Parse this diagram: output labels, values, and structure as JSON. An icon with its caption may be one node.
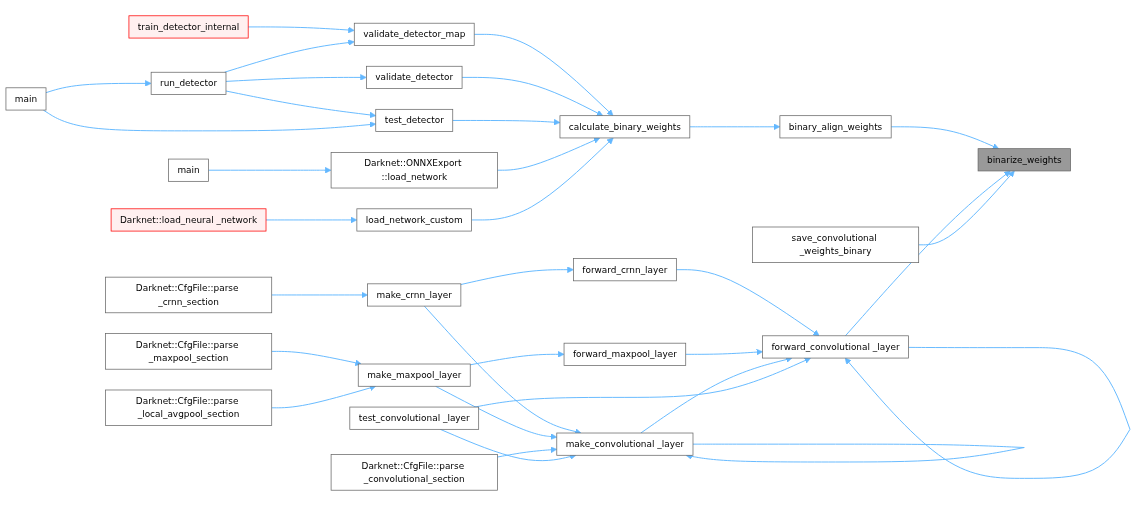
{
  "diagram": {
    "nodes": [
      {
        "text": [
          "main"
        ]
      },
      {
        "text": [
          "train_detector_internal"
        ]
      },
      {
        "text": [
          "run_detector"
        ]
      },
      {
        "text": [
          "main"
        ]
      },
      {
        "text": [
          "Darknet::load_neural _network"
        ]
      },
      {
        "text": [
          "Darknet::CfgFile::parse _crnn_section"
        ]
      },
      {
        "text": [
          "Darknet::CfgFile::parse _maxpool_section"
        ]
      },
      {
        "text": [
          "Darknet::CfgFile::parse _local_avgpool_section"
        ]
      },
      {
        "text": [
          "validate_detector_map"
        ]
      },
      {
        "text": [
          "validate_detector"
        ]
      },
      {
        "text": [
          "test_detector"
        ]
      },
      {
        "text": [
          "Darknet::ONNXExport ::load_network"
        ]
      },
      {
        "text": [
          "load_network_custom"
        ]
      },
      {
        "text": [
          "make_crnn_layer"
        ]
      },
      {
        "text": [
          "make_maxpool_layer"
        ]
      },
      {
        "text": [
          "Darknet::CfgFile::parse _convolutional_section"
        ]
      },
      {
        "text": [
          "test_convolutional _layer"
        ]
      },
      {
        "text": [
          "calculate_binary_weights"
        ]
      },
      {
        "text": [
          "forward_crnn_layer"
        ]
      },
      {
        "text": [
          "forward_maxpool_layer"
        ]
      },
      {
        "text": [
          "make_convolutional _layer"
        ]
      },
      {
        "text": [
          "binary_align_weights"
        ]
      },
      {
        "text": [
          "forward_convolutional _layer"
        ]
      },
      {
        "text": [
          "save_convolutional _weights_binary"
        ]
      },
      {
        "text": [
          "binarize_weights"
        ]
      }
    ],
    "edges": [
      {
        "from": 1,
        "to": 8,
        "arrow": "to"
      },
      {
        "from": 2,
        "to": 8,
        "arrow": "to"
      },
      {
        "from": 0,
        "to": 2,
        "arrow": "to"
      },
      {
        "from": 2,
        "to": 9,
        "arrow": "to"
      },
      {
        "from": 2,
        "to": 10,
        "arrow": "to"
      },
      {
        "from": 0,
        "to": 10,
        "arrow": "to"
      },
      {
        "from": 3,
        "to": 11,
        "arrow": "to"
      },
      {
        "from": 4,
        "to": 12,
        "arrow": "to"
      },
      {
        "from": 8,
        "to": 17,
        "arrow": "to"
      },
      {
        "from": 9,
        "to": 17,
        "arrow": "to"
      },
      {
        "from": 10,
        "to": 17,
        "arrow": "to"
      },
      {
        "from": 11,
        "to": 17,
        "arrow": "to"
      },
      {
        "from": 12,
        "to": 17,
        "arrow": "to"
      },
      {
        "from": 17,
        "to": 21,
        "arrow": "to"
      },
      {
        "from": 21,
        "to": 24,
        "arrow": "to"
      },
      {
        "from": 22,
        "to": 24,
        "arrow": "to"
      },
      {
        "from": 23,
        "to": 24,
        "arrow": "to"
      },
      {
        "from": 22,
        "to": 22,
        "arrow": "to"
      },
      {
        "from": 18,
        "to": 22,
        "arrow": "to"
      },
      {
        "from": 19,
        "to": 22,
        "arrow": "to"
      },
      {
        "from": 20,
        "to": 22,
        "arrow": "to"
      },
      {
        "from": 16,
        "to": 22,
        "arrow": "to"
      },
      {
        "from": 20,
        "to": 20,
        "arrow": "to"
      },
      {
        "from": 13,
        "to": 18,
        "arrow": "to"
      },
      {
        "from": 13,
        "to": 20,
        "arrow": "to"
      },
      {
        "from": 14,
        "to": 19,
        "arrow": "to"
      },
      {
        "from": 14,
        "to": 20,
        "arrow": "to"
      },
      {
        "from": 15,
        "to": 20,
        "arrow": "to"
      },
      {
        "from": 16,
        "to": 20,
        "arrow": "to"
      },
      {
        "from": 5,
        "to": 13,
        "arrow": "to"
      },
      {
        "from": 6,
        "to": 14,
        "arrow": "to"
      },
      {
        "from": 7,
        "to": 14,
        "arrow": "to"
      }
    ]
  }
}
